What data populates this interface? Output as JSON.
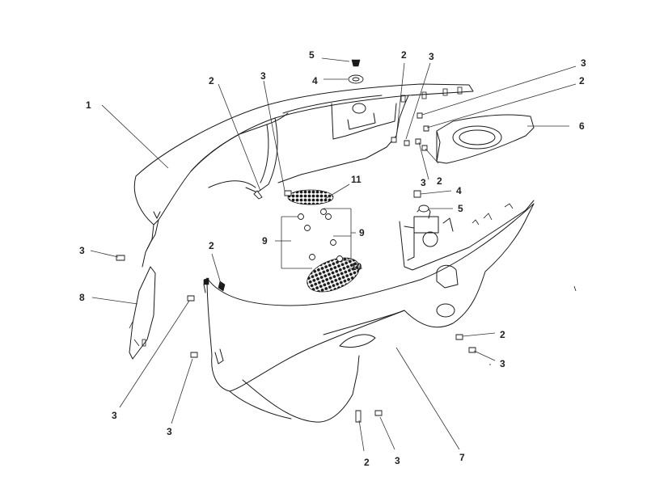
{
  "callouts": {
    "c1": "1",
    "c2a": "2",
    "c2b": "2",
    "c2c": "2",
    "c2d": "2",
    "c2e": "2",
    "c2f": "2",
    "c2g": "2",
    "c3a": "3",
    "c3b": "3",
    "c3c": "3",
    "c3d": "3",
    "c3e": "3",
    "c3f": "3",
    "c3g": "3",
    "c3h": "3",
    "c3i": "3",
    "c4a": "4",
    "c4b": "4",
    "c5a": "5",
    "c5b": "5",
    "c6": "6",
    "c7": "7",
    "c8": "8",
    "c9a": "9",
    "c9b": "9",
    "c10": "10",
    "c11": "11"
  },
  "colors": {
    "line": "#1a1a1a",
    "background": "#ffffff"
  }
}
